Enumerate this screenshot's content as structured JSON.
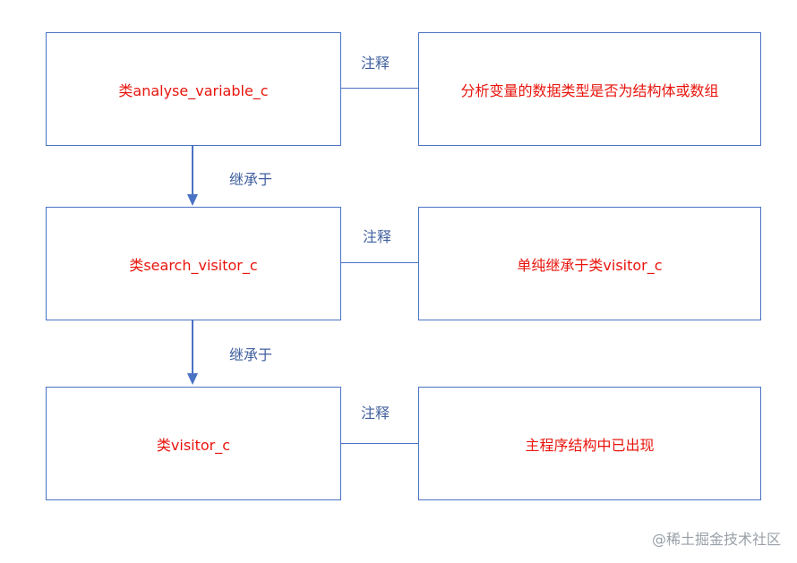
{
  "colors": {
    "border": "#4a72c4",
    "class_text": "#e8140c",
    "label_text": "#3f5f9f"
  },
  "rows": [
    {
      "class_name": "类analyse_variable_c",
      "relation": "注释",
      "note": "分析变量的数据类型是否为结构体或数组"
    },
    {
      "class_name": "类search_visitor_c",
      "relation": "注释",
      "note": "单纯继承于类visitor_c"
    },
    {
      "class_name": "类visitor_c",
      "relation": "注释",
      "note": "主程序结构中已出现"
    }
  ],
  "inheritance": [
    {
      "label": "继承于"
    },
    {
      "label": "继承于"
    }
  ],
  "watermark": "@稀土掘金技术社区"
}
